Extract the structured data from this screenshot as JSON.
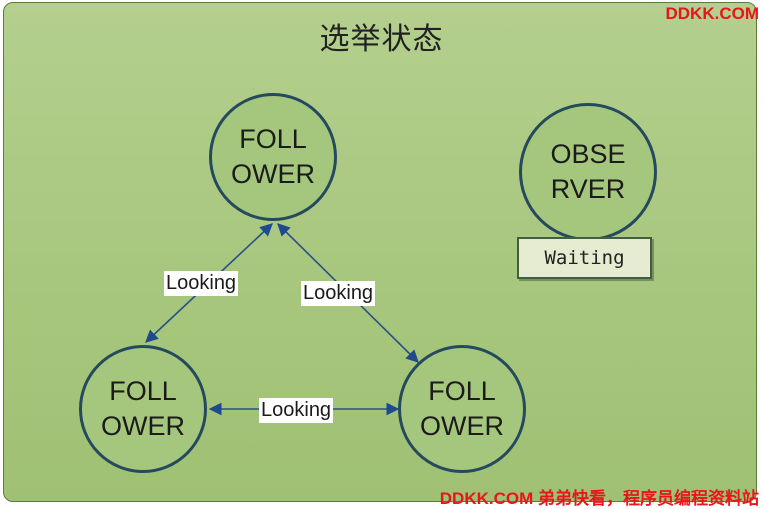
{
  "title": "选举状态",
  "watermark_top": "DDKK.COM",
  "watermark_bottom": "DDKK.COM 弟弟快看，程序员编程资料站",
  "nodes": [
    {
      "id": "top",
      "label": "FOLL\nOWER"
    },
    {
      "id": "left",
      "label": "FOLL\nOWER"
    },
    {
      "id": "right",
      "label": "FOLL\nOWER"
    },
    {
      "id": "observer",
      "label": "OBSE\nRVER"
    }
  ],
  "edges": [
    {
      "from": "top",
      "to": "left",
      "label": "Looking"
    },
    {
      "from": "top",
      "to": "right",
      "label": "Looking"
    },
    {
      "from": "left",
      "to": "right",
      "label": "Looking"
    }
  ],
  "observer_status": "Waiting",
  "colors": {
    "background": "#a8c77e",
    "node_border": "#264a5d",
    "arrow": "#2a4f8a",
    "watermark": "#e8161b"
  }
}
